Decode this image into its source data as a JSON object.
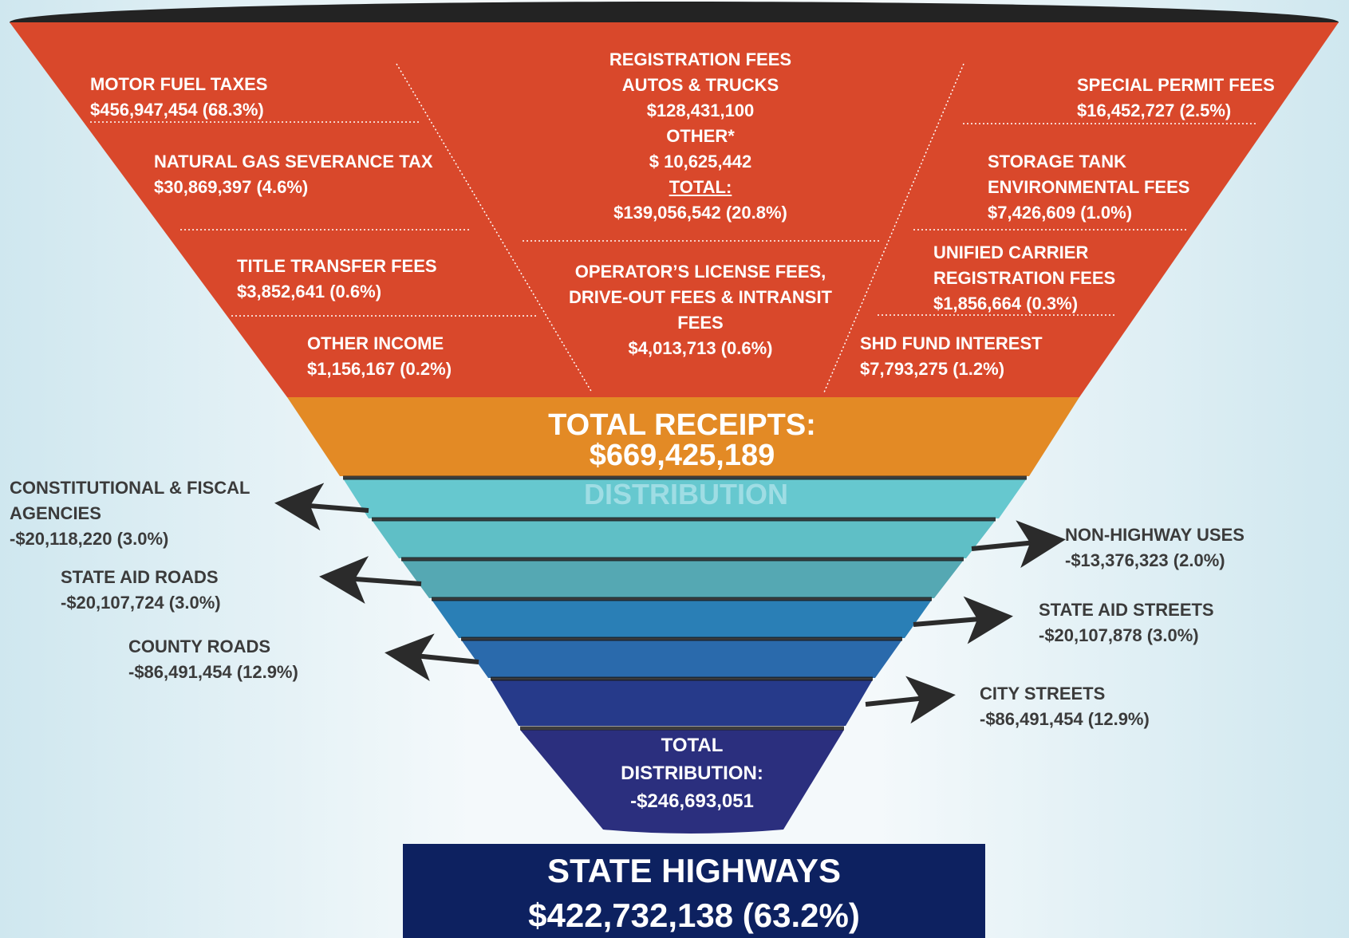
{
  "receipts": {
    "motor_fuel": {
      "name": "MOTOR FUEL TAXES",
      "value": "$456,947,454 (68.3%)"
    },
    "natural_gas": {
      "name": "NATURAL GAS SEVERANCE TAX",
      "value": "$30,869,397 (4.6%)"
    },
    "title_transfer": {
      "name": "TITLE TRANSFER FEES",
      "value": "$3,852,641 (0.6%)"
    },
    "other_income": {
      "name": "OTHER INCOME",
      "value": "$1,156,167 (0.2%)"
    },
    "registration": {
      "title": "REGISTRATION FEES",
      "autos_label": "AUTOS & TRUCKS",
      "autos_value": "$128,431,100",
      "other_label": "OTHER*",
      "other_value": "$ 10,625,442",
      "total_label": "TOTAL:",
      "total_value": "$139,056,542 (20.8%)"
    },
    "operator": {
      "line1": "OPERATOR’S LICENSE FEES,",
      "line2": "DRIVE-OUT FEES & INTRANSIT",
      "line3": "FEES",
      "value": "$4,013,713 (0.6%)"
    },
    "special_permit": {
      "name": "SPECIAL PERMIT FEES",
      "value": "$16,452,727 (2.5%)"
    },
    "storage_tank": {
      "line1": "STORAGE TANK",
      "line2": "ENVIRONMENTAL FEES",
      "value": "$7,426,609 (1.0%)"
    },
    "unified_carrier": {
      "line1": "UNIFIED CARRIER",
      "line2": "REGISTRATION FEES",
      "value": "$1,856,664 (0.3%)"
    },
    "shd_interest": {
      "name": "SHD FUND INTEREST",
      "value": "$7,793,275 (1.2%)"
    }
  },
  "total_receipts": {
    "label": "TOTAL RECEIPTS:",
    "value": "$669,425,189"
  },
  "distribution_label": "DISTRIBUTION",
  "distributions": {
    "constitutional": {
      "line1": "CONSTITUTIONAL & FISCAL",
      "line2": "AGENCIES",
      "value": "-$20,118,220 (3.0%)"
    },
    "state_aid_roads": {
      "name": "STATE AID ROADS",
      "value": "-$20,107,724 (3.0%)"
    },
    "county_roads": {
      "name": "COUNTY ROADS",
      "value": "-$86,491,454 (12.9%)"
    },
    "non_highway": {
      "name": "NON-HIGHWAY USES",
      "value": "-$13,376,323 (2.0%)"
    },
    "state_aid_streets": {
      "name": "STATE AID STREETS",
      "value": "-$20,107,878 (3.0%)"
    },
    "city_streets": {
      "name": "CITY STREETS",
      "value": "-$86,491,454 (12.9%)"
    }
  },
  "total_distribution": {
    "line1": "TOTAL",
    "line2": "DISTRIBUTION:",
    "value": "-$246,693,051"
  },
  "state_highways": {
    "title": "STATE HIGHWAYS",
    "value": "$422,732,138 (63.2%)"
  },
  "colors": {
    "receipts_red": "#d9482b",
    "total_orange": "#e38a25",
    "band_teal_1": "#66c8cf",
    "band_teal_2": "#5fbfc6",
    "band_teal_3": "#55a8b3",
    "band_blue_1": "#2a7fb6",
    "band_blue_2": "#2a6aac",
    "band_navy_1": "#263a8a",
    "band_navy_2": "#2b2f7e",
    "state_highways_navy": "#0d2160"
  }
}
